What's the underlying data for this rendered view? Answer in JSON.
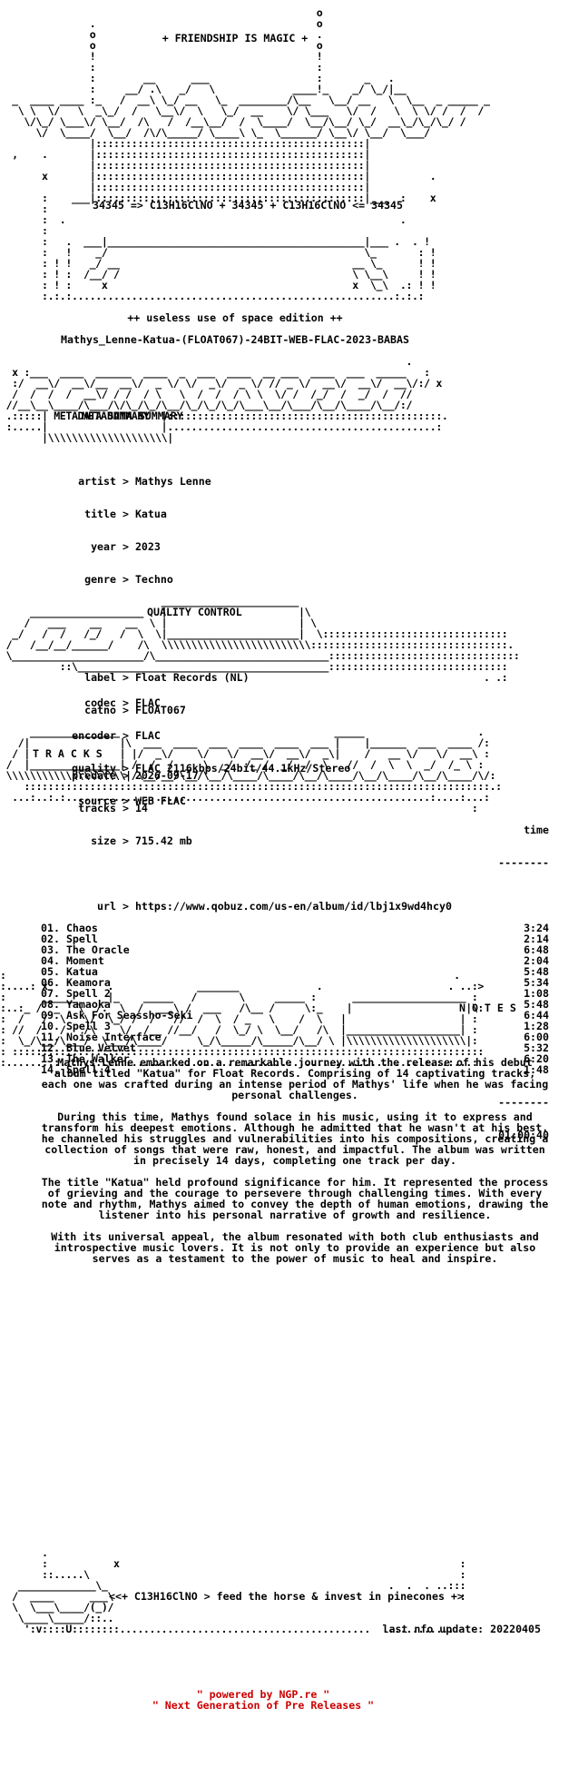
{
  "header": {
    "tagline": "+ FRIENDSHIP IS MAGIC +",
    "formula": "34345 => C13H16ClNO + 34345 + C13H16ClNO <= 34345",
    "edition": "++ useless use of space edition ++",
    "release_name": "Mathys_Lenne-Katua-(FLOAT067)-24BIT-WEB-FLAC-2023-BABAS"
  },
  "sections": {
    "metadata": "METADATA SUMMARY",
    "quality": "QUALITY CONTROL",
    "tracks": "T R A C K S",
    "notes": "N O T E S"
  },
  "metadata": {
    "artist": {
      "key": "artist",
      "value": "Mathys Lenne"
    },
    "title": {
      "key": "title",
      "value": "Katua"
    },
    "year": {
      "key": "year",
      "value": "2023"
    },
    "genre": {
      "key": "genre",
      "value": "Techno"
    },
    "label": {
      "key": "label",
      "value": "Float Records (NL)"
    },
    "catno": {
      "key": "catno",
      "value": "FLOAT067"
    },
    "predate": {
      "key": "predate",
      "value": "2026-09-17"
    },
    "tracks": {
      "key": "tracks",
      "value": "14"
    },
    "size": {
      "key": "size",
      "value": "715.42 mb"
    },
    "url": {
      "key": "url",
      "value": "https://www.qobuz.com/us-en/album/id/lbj1x9wd4hcy0"
    }
  },
  "quality": {
    "codec": {
      "key": "codec",
      "value": "FLAC"
    },
    "encoder": {
      "key": "encoder",
      "value": "FLAC"
    },
    "quality": {
      "key": "quality",
      "value": "FLAC 2116kbps/24bit/44.1kHz/Stereo"
    },
    "source": {
      "key": "source",
      "value": "WEB FLAC"
    }
  },
  "tracklist": {
    "time_header": "time",
    "rule": "--------",
    "items": [
      {
        "num": "01.",
        "title": "Chaos",
        "time": "3:24"
      },
      {
        "num": "02.",
        "title": "Spell",
        "time": "2:14"
      },
      {
        "num": "03.",
        "title": "The Oracle",
        "time": "6:48"
      },
      {
        "num": "04.",
        "title": "Moment",
        "time": "2:04"
      },
      {
        "num": "05.",
        "title": "Katua",
        "time": "5:48"
      },
      {
        "num": "06.",
        "title": "Keamora",
        "time": "5:34"
      },
      {
        "num": "07.",
        "title": "Spell 2",
        "time": "1:08"
      },
      {
        "num": "08.",
        "title": "Yamaoka",
        "time": "5:48"
      },
      {
        "num": "09.",
        "title": "Ask For Seassho-Seki",
        "time": "6:44"
      },
      {
        "num": "10.",
        "title": "Spell 3",
        "time": "1:28"
      },
      {
        "num": "11.",
        "title": "Noise Interface",
        "time": "6:00"
      },
      {
        "num": "12.",
        "title": "Blue Velvet",
        "time": "5:32"
      },
      {
        "num": "13.",
        "title": "The Walker",
        "time": "6:20"
      },
      {
        "num": "14.",
        "title": "Spell 4",
        "time": "1:48"
      }
    ],
    "total": "01:00:40"
  },
  "notes": {
    "p1": "Mathys Lenne embarked on a remarkable journey with the release of his debut album titled \"Katua\" for Float Records. Comprising of 14 captivating tracks, each one was crafted during an intense period of Mathys' life when he was facing personal challenges.",
    "p2": "During this time, Mathys found solace in his music, using it to express and transform his deepest emotions. Although he admitted that he wasn't at his best, he channeled his struggles and vulnerabilities into his compositions, creating a collection of songs that were raw, honest, and impactful. The album was written in precisely 14 days, completing one track per day.",
    "p3": "The title \"Katua\" held profound significance for him. It represented the process of grieving and the courage to persevere through challenging times. With every note and rhythm, Mathys aimed to convey the depth of human emotions, drawing the listener into his personal narrative of growth and resilience.",
    "p4": "With its universal appeal, the album resonated with both club enthusiasts and introspective music lovers. It is not only to provide an experience but also serves as a testament to the power of music to heal and inspire."
  },
  "outro": {
    "slogan": "<<+ C13H16ClNO > feed the horse & invest in pinecones +>",
    "last_update": "last nfo update: 20220405"
  },
  "footer": {
    "powered": "\" powered by NGP.re \"",
    "tagline": "\" Next Generation of Pre Releases \""
  }
}
